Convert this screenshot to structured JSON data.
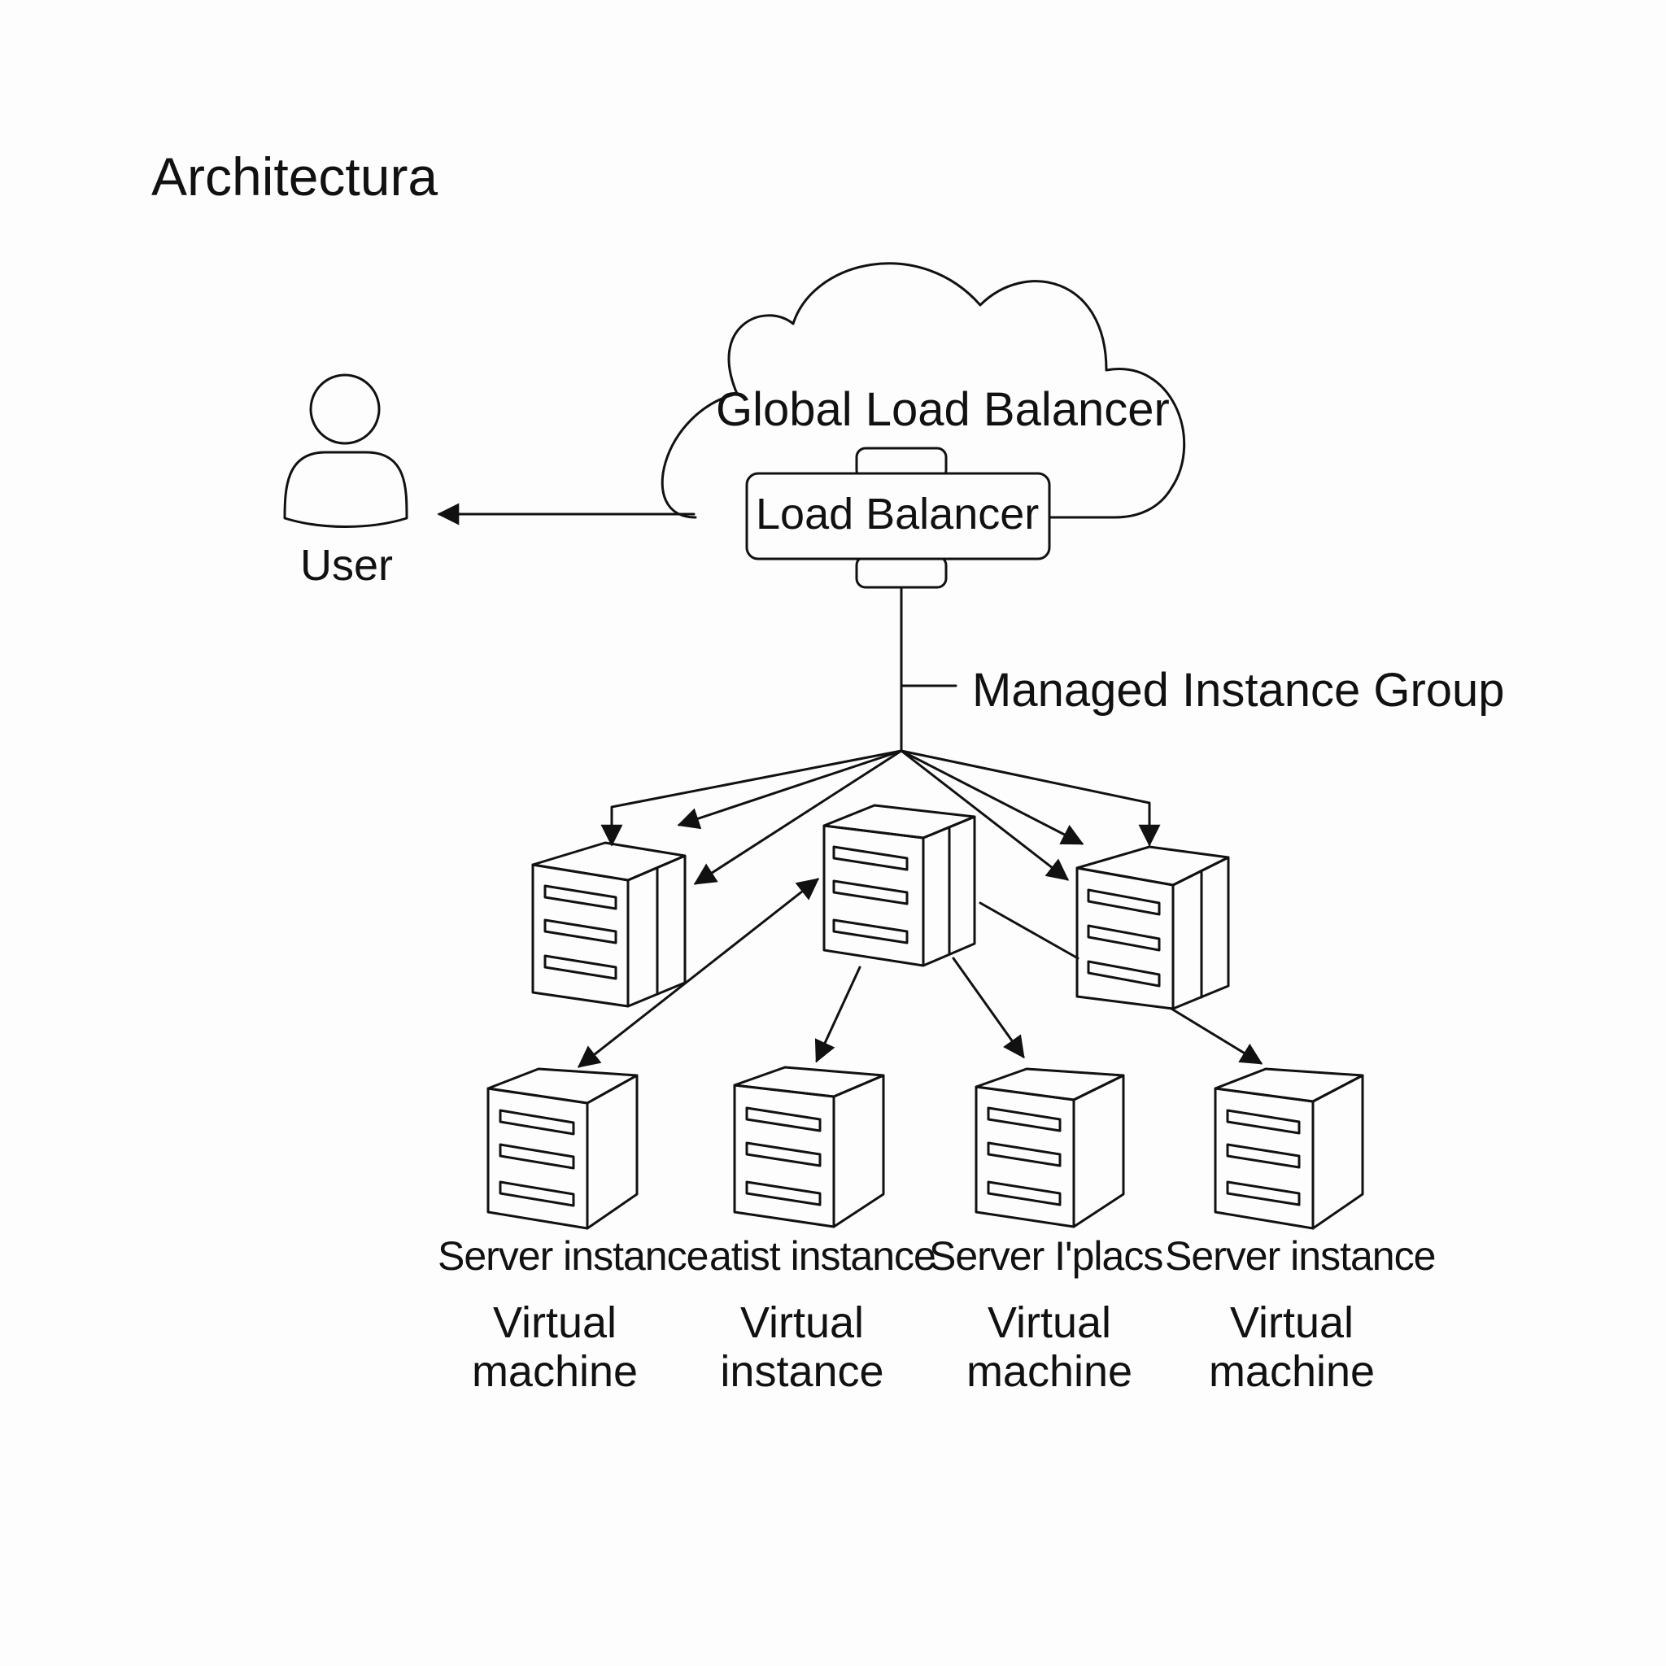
{
  "title": "Architectura",
  "user": {
    "label": "User"
  },
  "cloud": {
    "label": "Global Load Balancer"
  },
  "load_balancer": {
    "label": "Load Balancer"
  },
  "group": {
    "label": "Managed Instance Group"
  },
  "server_labels": [
    "Server instance",
    "atist instance",
    "Server I'placs",
    "Server instance"
  ],
  "vm_labels": [
    {
      "line1": "Virtual",
      "line2": "machine"
    },
    {
      "line1": "Virtual",
      "line2": "instance"
    },
    {
      "line1": "Virtual",
      "line2": "machine"
    },
    {
      "line1": "Virtual",
      "line2": "machine"
    }
  ]
}
